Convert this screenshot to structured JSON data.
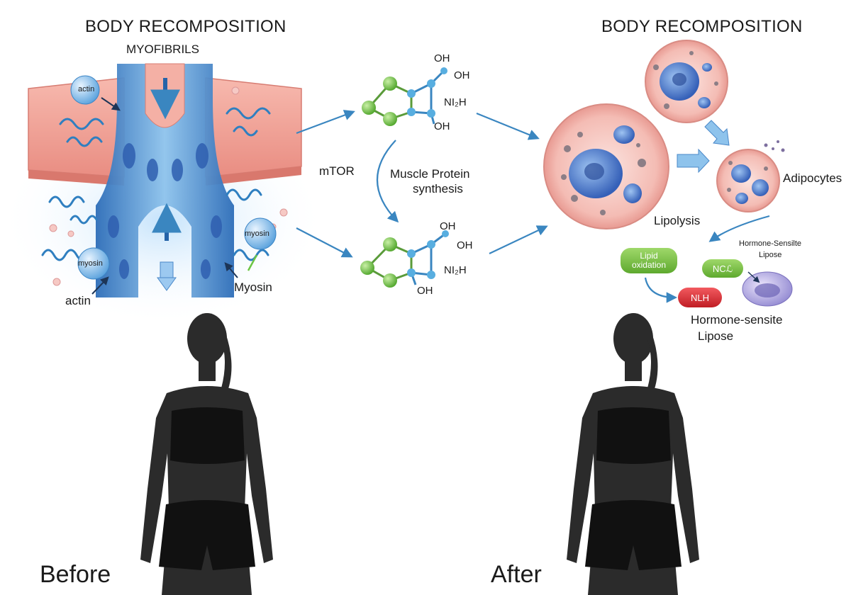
{
  "left_panel": {
    "title": "BODY RECOMPOSITION",
    "subtitle": "MYOFIBRILS",
    "label_actin_bubble": "actin",
    "label_myosin_bubble_right": "myosin",
    "label_myosin_bubble_left": "myosin",
    "label_myosin": "Myosin",
    "label_actin": "actin"
  },
  "middle_panel": {
    "label_mtor": "mTOR",
    "label_mps_line1": "Muscle Protein",
    "label_mps_line2": "synthesis",
    "molecule_top": {
      "oh_top": "OH",
      "oh_right": "OH",
      "nh": "NI₂H",
      "oh_bottom": "OH"
    },
    "molecule_bottom": {
      "oh_top": "OH",
      "oh_right": "OH",
      "nh": "NI₂H",
      "oh_bottom": "OH"
    }
  },
  "right_panel": {
    "title": "BODY RECOMPOSITION",
    "label_adipocytes": "Adipocytes",
    "label_lipolysis": "Lipolysis",
    "label_hsl_small_line1": "Hormone-Sensilte",
    "label_hsl_small_line2": "Lipose",
    "pill_lipid_line1": "Lipid",
    "pill_lipid_line2": "oxidation",
    "pill_ncl": "NCℒ",
    "pill_nlh": "NLH",
    "label_hsl_line1": "Hormone-sensite",
    "label_hsl_line2": "Lipose"
  },
  "footer": {
    "before_label": "Before",
    "after_label": "After"
  },
  "colors": {
    "arrow_blue": "#3a86c0",
    "muscle_pink": "#f2a69b",
    "fiber_blue": "#4a88c9",
    "molecule_green": "#6cc644",
    "molecule_blue": "#58aee0",
    "cell_pink": "#f6c4bd",
    "nucleus_blue": "#4f7fd1",
    "pill_green": "#7bc043",
    "pill_red": "#d9282f",
    "silhouette": "#2b2b2b"
  }
}
